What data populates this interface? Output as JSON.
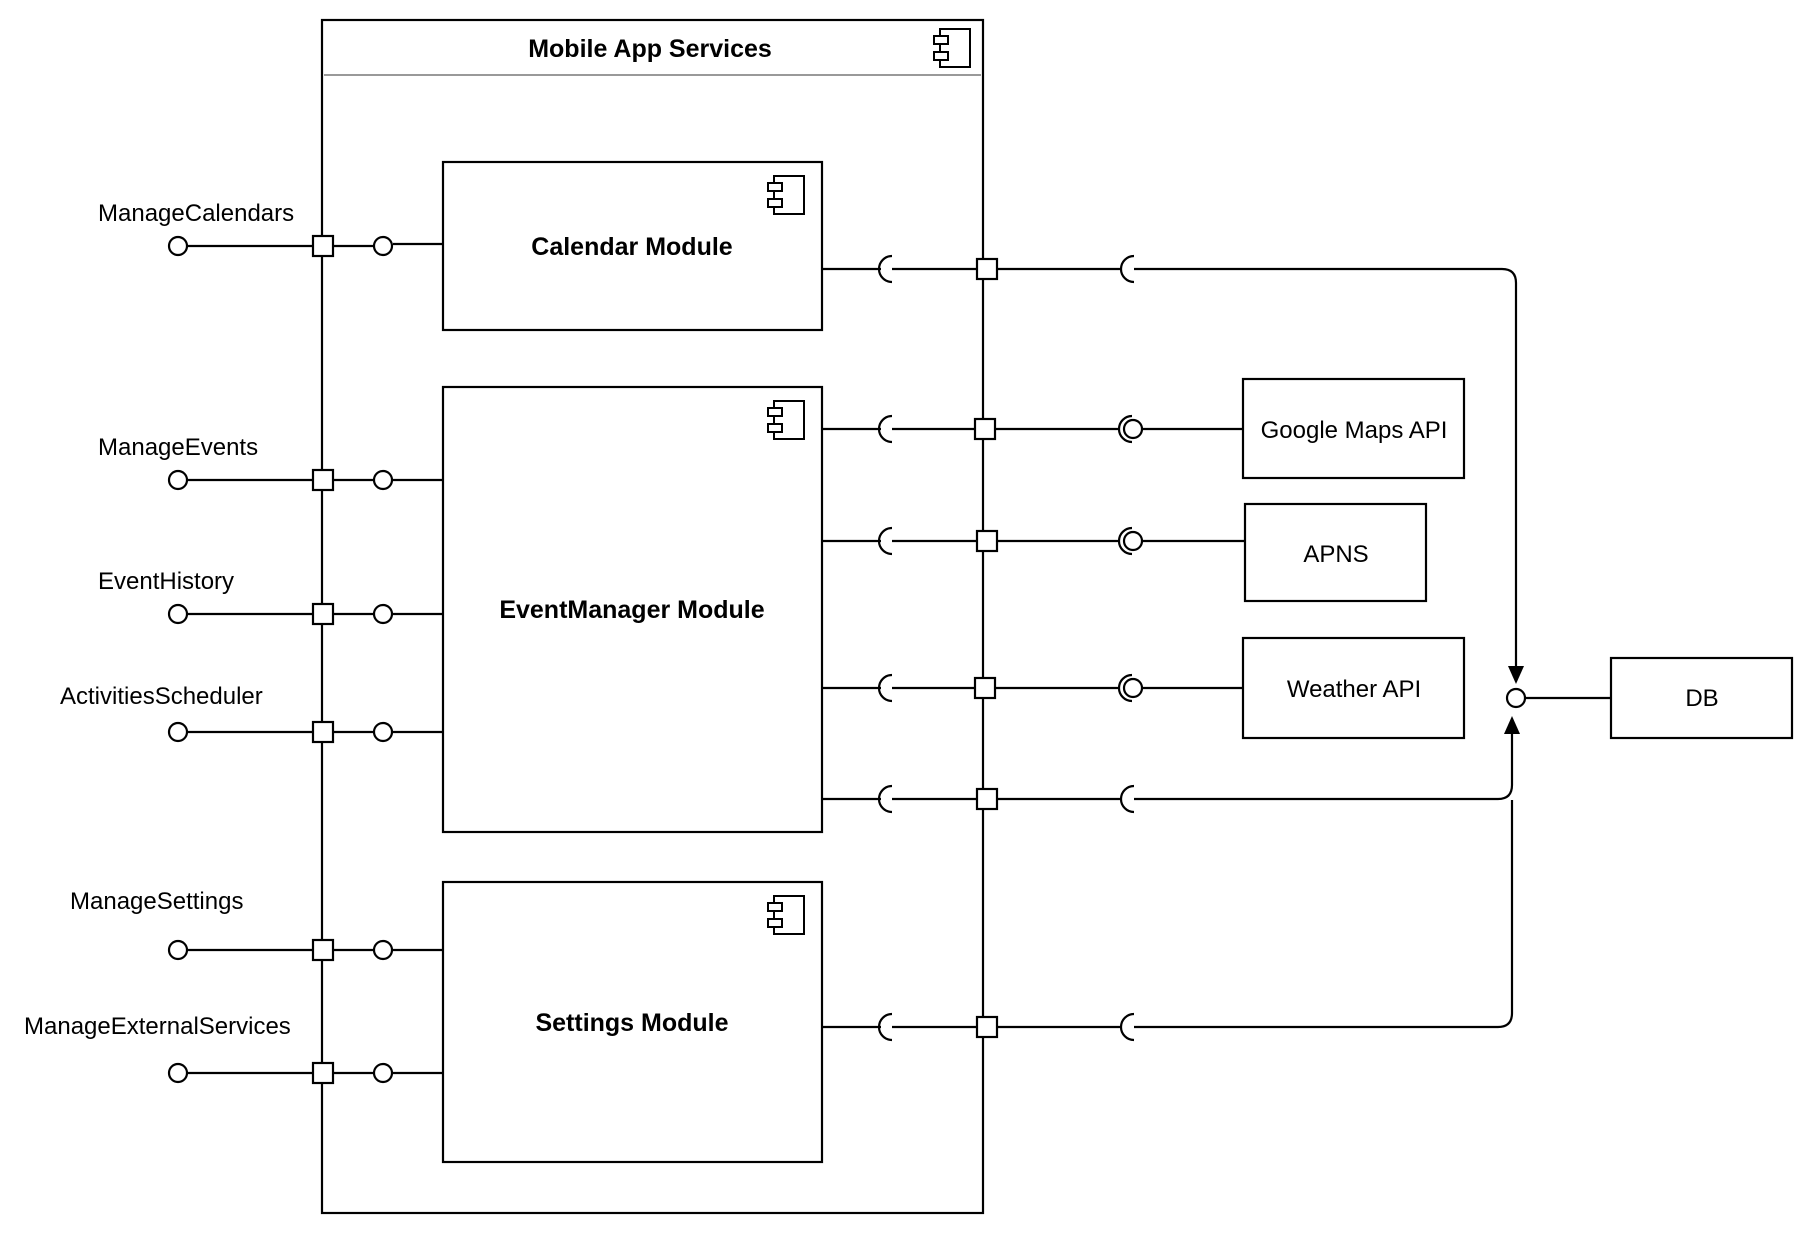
{
  "diagram": {
    "container_title": "Mobile App Services",
    "modules": {
      "calendar": "Calendar Module",
      "eventmanager": "EventManager Module",
      "settings": "Settings Module"
    },
    "provided_interfaces": {
      "manage_calendars": "ManageCalendars",
      "manage_events": "ManageEvents",
      "event_history": "EventHistory",
      "activities_scheduler": "ActivitiesScheduler",
      "manage_settings": "ManageSettings",
      "manage_external_services": "ManageExternalServices"
    },
    "external_components": {
      "google_maps": "Google Maps API",
      "apns": "APNS",
      "weather": "Weather API",
      "db": "DB"
    },
    "icons": {
      "component": "uml-component-icon",
      "lollipop": "provided-interface-icon",
      "socket": "required-interface-icon",
      "port": "port-icon",
      "arrow": "arrowhead-icon"
    },
    "colors": {
      "stroke": "#000000",
      "background": "#ffffff",
      "title_divider": "#999999"
    }
  }
}
